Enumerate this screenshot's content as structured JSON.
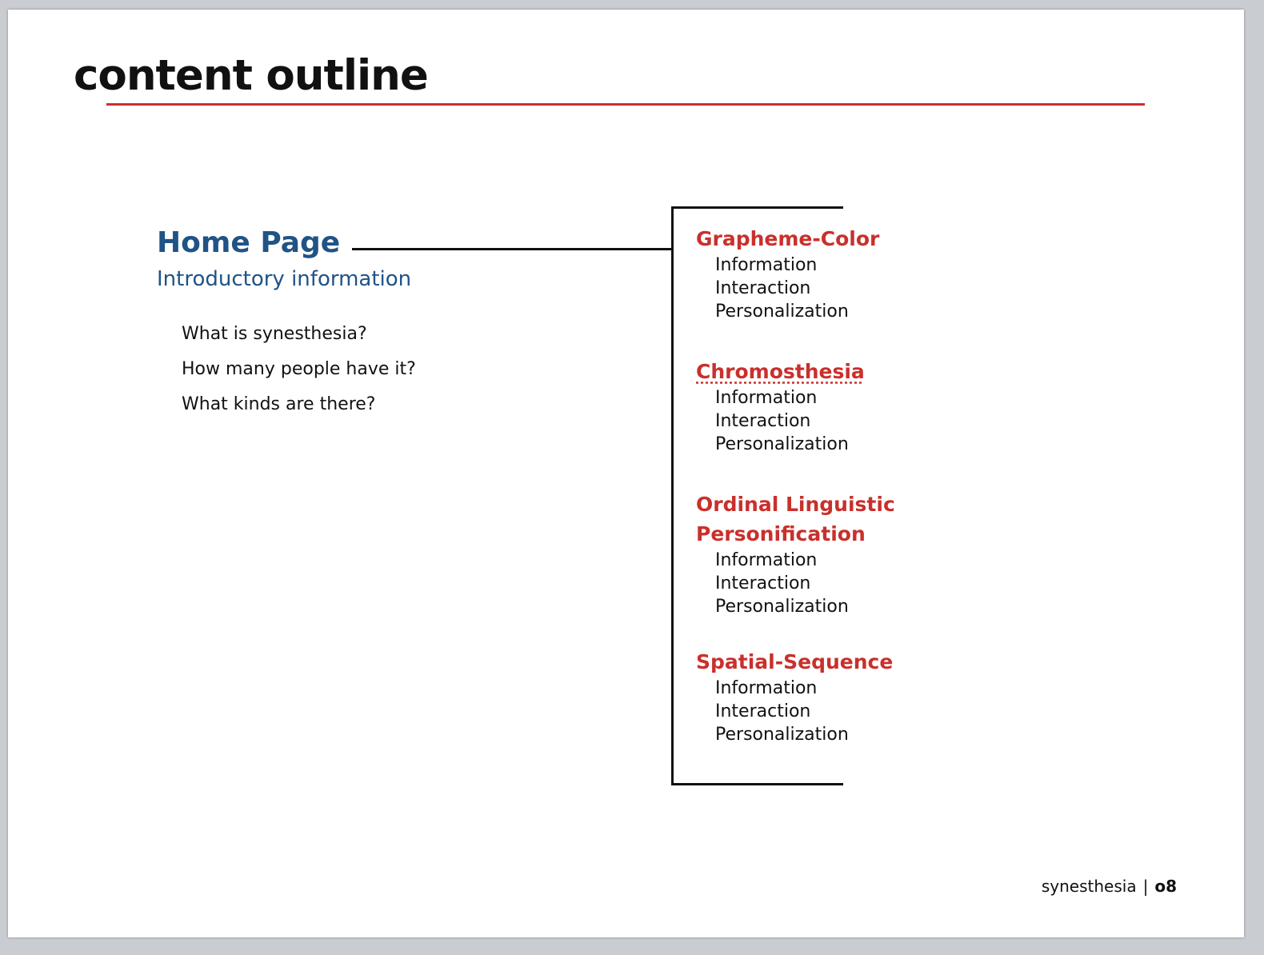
{
  "slide": {
    "title": "content outline",
    "accent_color": "#c9302c",
    "heading_color": "#205386"
  },
  "home": {
    "heading": "Home Page",
    "subheading": "Introductory information",
    "questions": [
      "What is synesthesia?",
      "How many people have it?",
      "What kinds are there?"
    ]
  },
  "sections": [
    {
      "title": "Grapheme-Color",
      "items": [
        "Information",
        "Interaction",
        "Personalization"
      ]
    },
    {
      "title": "Chromosthesia",
      "items": [
        "Information",
        "Interaction",
        "Personalization"
      ]
    },
    {
      "title_line1": "Ordinal Linguistic",
      "title_line2": "Personification",
      "items": [
        "Information",
        "Interaction",
        "Personalization"
      ]
    },
    {
      "title": "Spatial-Sequence",
      "items": [
        "Information",
        "Interaction",
        "Personalization"
      ]
    }
  ],
  "footer": {
    "label": "synesthesia",
    "separator": "|",
    "page_number": "o8"
  }
}
